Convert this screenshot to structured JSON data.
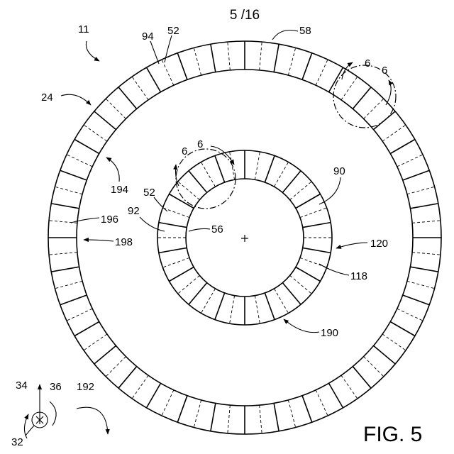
{
  "sheet_number": "5 /16",
  "figure_label": "FIG. 5",
  "outer_ring": {
    "segments": 36
  },
  "inner_ring": {
    "segments": 18
  },
  "reference_numerals": {
    "r11": "11",
    "r24": "24",
    "r94": "94",
    "r52_outer": "52",
    "r58": "58",
    "r6_a": "6",
    "r6_b": "6",
    "r6_c": "6",
    "r6_d": "6",
    "r194": "194",
    "r52_inner": "52",
    "r92": "92",
    "r196": "196",
    "r56": "56",
    "r90": "90",
    "r198": "198",
    "r120": "120",
    "r118": "118",
    "r190": "190",
    "r34": "34",
    "r36": "36",
    "r192": "192",
    "r32": "32"
  }
}
